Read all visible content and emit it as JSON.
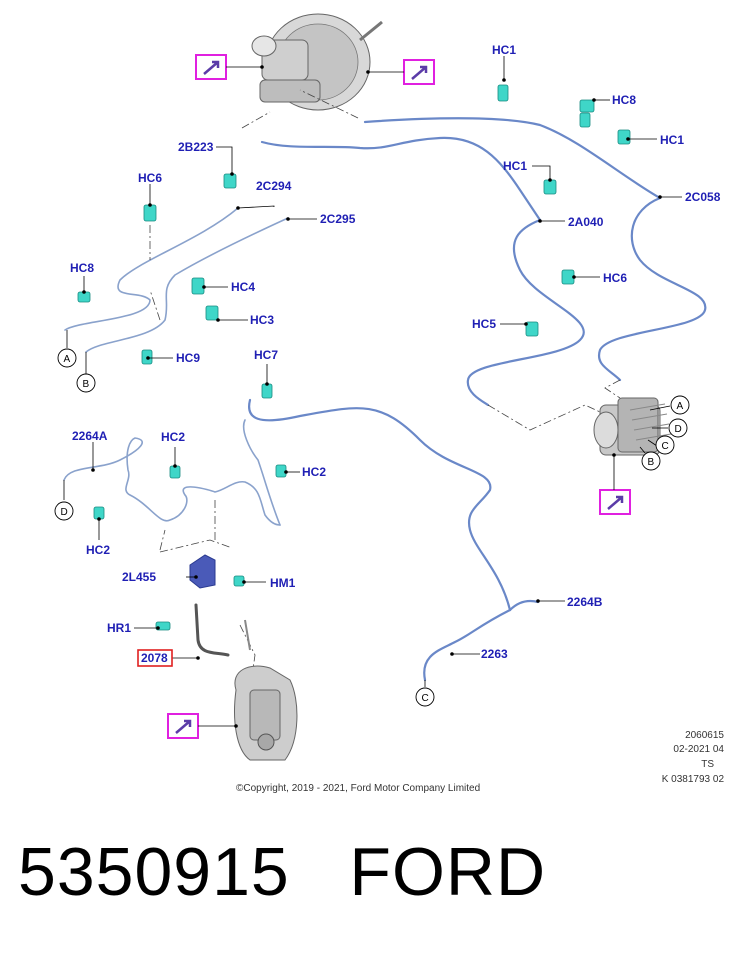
{
  "diagram": {
    "labels": {
      "hc1_top": "HC1",
      "hc8_top": "HC8",
      "hc1_right": "HC1",
      "hc1_mid": "HC1",
      "c2058": "2C058",
      "a2040": "2A040",
      "hc6_right": "HC6",
      "hc5": "HC5",
      "b2223": "2B223",
      "hc6_left": "HC6",
      "c294": "2C294",
      "c295": "2C295",
      "hc8_left": "HC8",
      "hc4": "HC4",
      "hc3": "HC3",
      "hc9": "HC9",
      "hc7": "HC7",
      "hc2_right": "HC2",
      "a2264": "2264A",
      "hc2_top": "HC2",
      "hc2_bottom": "HC2",
      "l2455": "2L455",
      "hm1": "HM1",
      "hr1": "HR1",
      "part2078": "2078",
      "b2264": "2264B",
      "p2263": "2263"
    },
    "connectors": {
      "a_left": "A",
      "b_left": "B",
      "d_left": "D",
      "c_bottom": "C",
      "a_right": "A",
      "d_right": "D",
      "c_right": "C",
      "b_right": "B"
    },
    "colors": {
      "label": "#1f1fb4",
      "pipe": "#6a88c8",
      "clip": "#3fd6c8",
      "highlight_frame": "#e020e0",
      "part_box": "#e02020"
    }
  },
  "footer": {
    "copyright": "©Copyright, 2019 - 2021, Ford Motor Company Limited",
    "ref_line1": "2060615",
    "ref_line2": "02-2021 04",
    "ref_line3": "TS",
    "ref_line4": "K 0381793 02"
  },
  "caption": {
    "part_number": "5350915",
    "brand": "FORD"
  }
}
